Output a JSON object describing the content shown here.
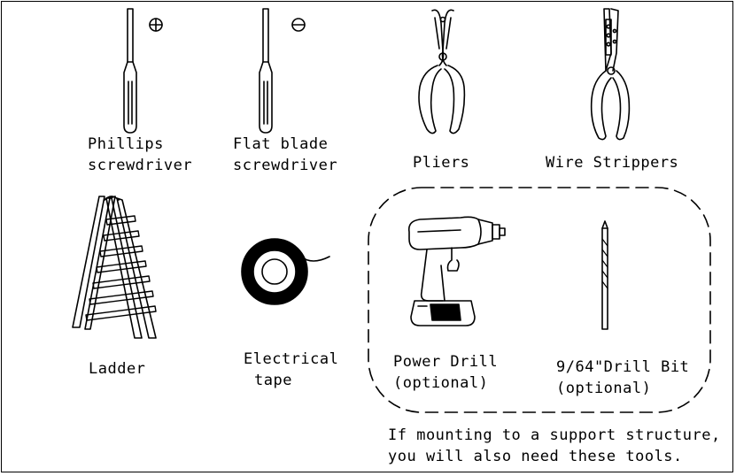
{
  "tools": {
    "phillips": {
      "line1": "Phillips",
      "line2": "screwdriver",
      "icon": "phillips-screwdriver-icon"
    },
    "flat": {
      "line1": "Flat blade",
      "line2": "screwdriver",
      "icon": "flat-screwdriver-icon"
    },
    "pliers": {
      "label": "Pliers",
      "icon": "pliers-icon"
    },
    "strippers": {
      "label": "Wire Strippers",
      "icon": "wire-strippers-icon"
    },
    "ladder": {
      "label": "Ladder",
      "icon": "ladder-icon"
    },
    "tape": {
      "line1": "Electrical",
      "line2": "tape",
      "icon": "electrical-tape-icon"
    },
    "drill": {
      "line1": "Power Drill",
      "line2": "(optional)",
      "icon": "power-drill-icon"
    },
    "bit": {
      "line1": "9/64\"Drill Bit",
      "line2": "(optional)",
      "icon": "drill-bit-icon"
    }
  },
  "note": {
    "line1": "If mounting to a support structure,",
    "line2": "you will also need these tools."
  }
}
